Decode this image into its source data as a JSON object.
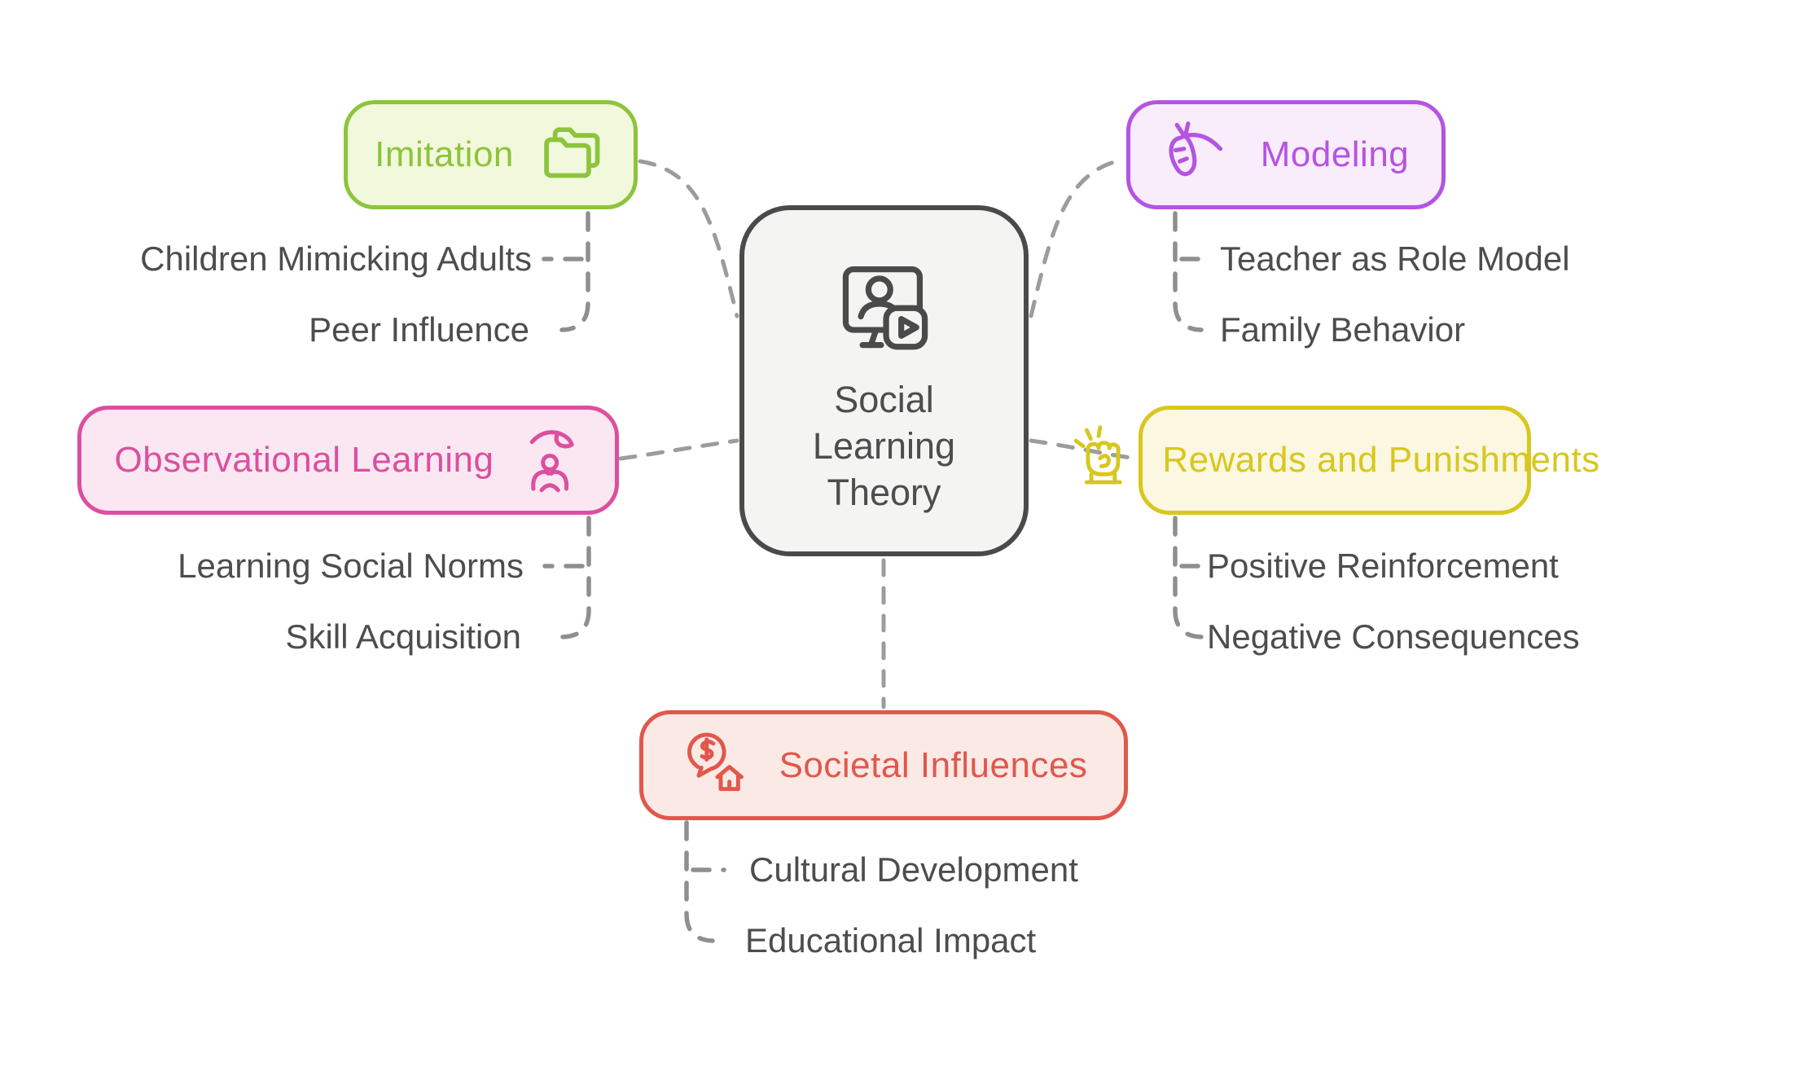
{
  "diagram": {
    "background": "#FFFFFF",
    "connector_color": "#9C9C9C",
    "sub_label_color": "#4D4D4D"
  },
  "center": {
    "title_lines": [
      "Social",
      "Learning",
      "Theory"
    ],
    "icon": "screen-person-video-icon",
    "border_color": "#4A4A4A",
    "fill_color": "#F4F4F3",
    "text_color": "#4D4D4D"
  },
  "branches": [
    {
      "label": "Imitation",
      "icon": "folders-icon",
      "accent": "#8CC43C",
      "fill": "#F2F8DC",
      "children": [
        "Children Mimicking Adults",
        "Peer Influence"
      ]
    },
    {
      "label": "Modeling",
      "icon": "carrot-icon",
      "accent": "#B553E2",
      "fill": "#F9EDFC",
      "children": [
        "Teacher as Role Model",
        "Family Behavior"
      ]
    },
    {
      "label": "Observational Learning",
      "icon": "hand-over-person-icon",
      "accent": "#DC4F9F",
      "fill": "#FBE7F2",
      "children": [
        "Learning Social Norms",
        "Skill Acquisition"
      ]
    },
    {
      "label": "Rewards and Punishments",
      "icon": "fist-rays-icon",
      "accent": "#D8C71E",
      "fill": "#FBF7E0",
      "children": [
        "Positive Reinforcement",
        "Negative Consequences"
      ]
    },
    {
      "label": "Societal Influences",
      "icon": "dollar-bubble-house-icon",
      "accent": "#E2574B",
      "fill": "#FBE9E6",
      "children": [
        "Cultural Development",
        "Educational Impact"
      ]
    }
  ]
}
